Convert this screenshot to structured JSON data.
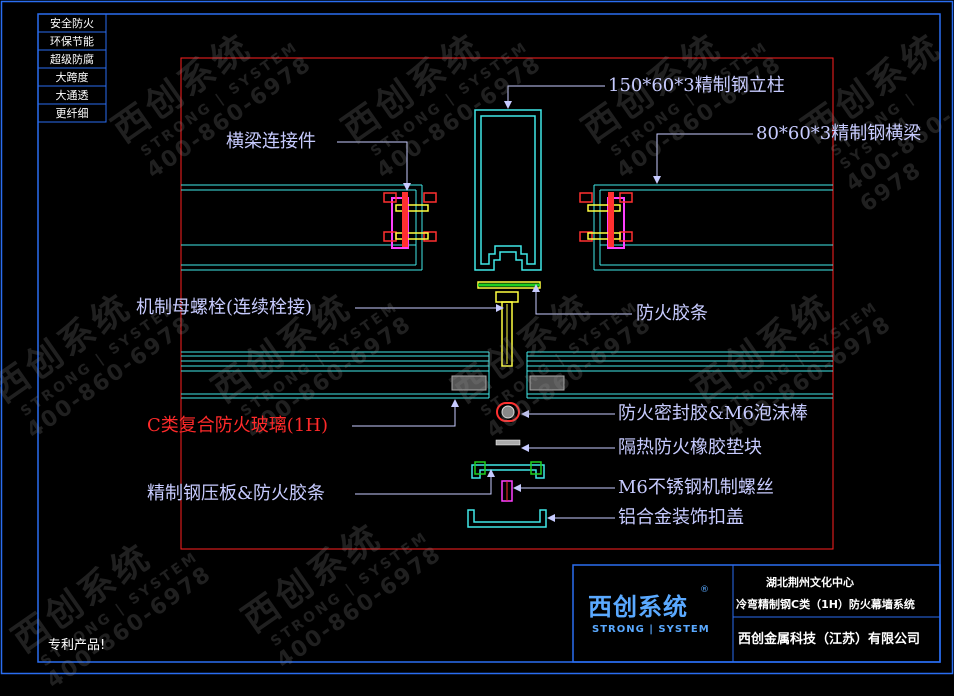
{
  "sidebar_features": [
    "安全防火",
    "环保节能",
    "超级防腐",
    "大跨度",
    "大通透",
    "更纤细"
  ],
  "labels": {
    "column": "150*60*3精制钢立柱",
    "connector": "横梁连接件",
    "beam": "80*60*3精制钢横梁",
    "bolt": "机制母螺栓(连续栓接)",
    "fire_strip": "防火胶条",
    "glass": "C类复合防火玻璃(1H)",
    "sealant": "防火密封胶&M6泡沫棒",
    "gasket": "隔热防火橡胶垫块",
    "plate": "精制钢压板&防火胶条",
    "screw": "M6不锈钢机制螺丝",
    "cover": "铝合金装饰扣盖"
  },
  "title_block": {
    "project": "湖北荆州文化中心",
    "system": "冷弯精制钢C类（1H）防火幕墙系统",
    "company": "西创金属科技（江苏）有限公司",
    "logo_text": "西创系统",
    "logo_sub": "STRONG | SYSTEM",
    "logo_mark": "®"
  },
  "patent": "专利产品!",
  "watermark": {
    "brand": "西创系统",
    "sub": "STRONG | SYSTEM",
    "phone": "400-860-6978"
  },
  "colors": {
    "frame": "#2a6df0",
    "drawing_border": "#ff2020",
    "profile": "#40e8e8",
    "leader": "#c7cbff",
    "glass": "#40e8e8",
    "red_text": "#ff2a2a",
    "magenta": "#ff40ff",
    "yellow": "#ffff40",
    "green": "#20d020"
  }
}
